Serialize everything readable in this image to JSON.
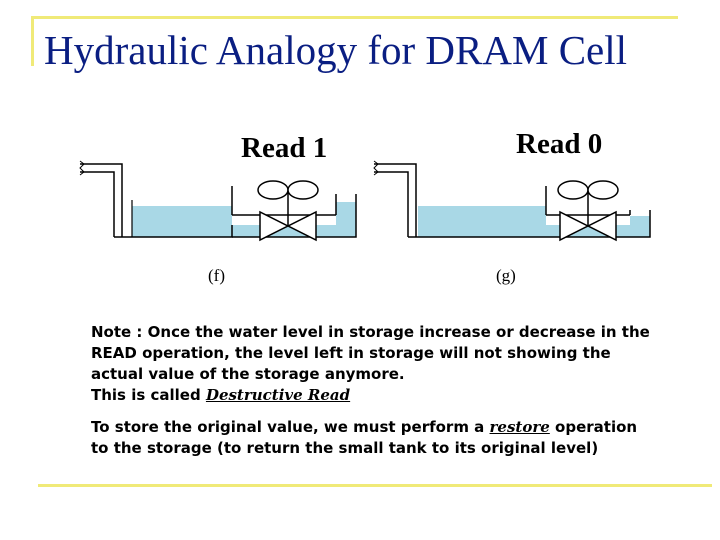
{
  "title": "Hydraulic Analogy for DRAM Cell",
  "diagram": {
    "panels": [
      {
        "heading": "Read 1",
        "label": "(f)"
      },
      {
        "heading": "Read 0",
        "label": "(g)"
      }
    ],
    "colors": {
      "water": "#a9d8e6",
      "stroke": "#000000"
    }
  },
  "note": {
    "paragraph1": "Note : Once the water level in storage increase or decrease in the READ operation, the level left in storage will not showing the actual value of the storage anymore.",
    "paragraph2_prefix": "This is called ",
    "paragraph2_term": "Destructive Read",
    "paragraph3_prefix": "To store the original value, we must perform a ",
    "paragraph3_term": "restore",
    "paragraph3_suffix": " operation to the storage (to return the small tank to its original level)"
  },
  "colors": {
    "title": "#0a1e82",
    "accent_line": "#f0ea78"
  }
}
